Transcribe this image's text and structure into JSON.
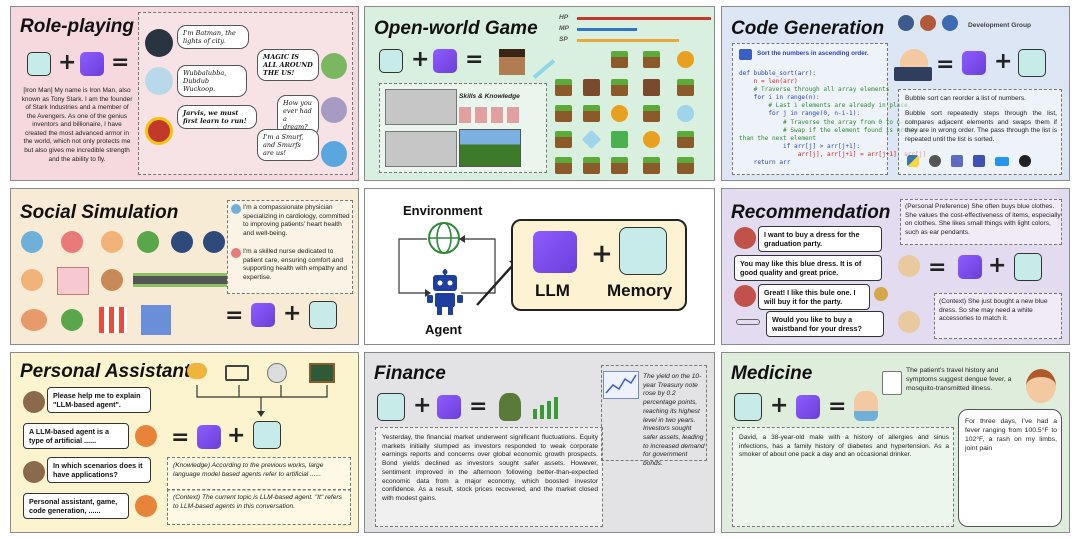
{
  "panels": {
    "roleplay": {
      "title": "Role-playing",
      "description": "[Iron Man] My name is Iron Man, also known as Tony Stark. I am the founder of Stark Industries and a member of the Avengers. As one of the genius inventors and billionaire, I have created the most advanced armor in the world, which not only protects me but also gives me incredible strength and the ability to fly.",
      "bubbles": [
        "I'm Batman, the lights of city.",
        "Wubbalubba, Dubdub Wuckoop.",
        "Jarvis, we must first learn to run!",
        "MAGIC IS ALL AROUND THE US!",
        "How you ever had a dream?",
        "I'm a Smurf, and Smurfs are us!"
      ]
    },
    "game": {
      "title": "Open-world Game",
      "hud": [
        "HP",
        "MP",
        "SP"
      ],
      "hud_colors": [
        "#c0392b",
        "#2e74c9",
        "#e8a73a"
      ],
      "skills_label": "Skills & Knowledge"
    },
    "code": {
      "title": "Code Generation",
      "group_label": "Development Group",
      "prompt": "Sort the numbers in ascending order.",
      "code_lines": [
        "def bubble_sort(arr):",
        "    n = len(arr)",
        "    # Traverse through all array elements",
        "    for i in range(n):",
        "        # Last i elements are already in place",
        "        for j in range(0, n-i-1):",
        "            # Traverse the array from 0 to n-i-1",
        "            # Swap if the element found is greater",
        "than the next element",
        "            if arr[j] > arr[j+1]:",
        "                arr[j], arr[j+1] = arr[j+1], arr[j]",
        "    return arr"
      ],
      "summary": "Bubble sort can reorder a list of numbers.",
      "explanation": "Bubble sort repeatedly steps through the list, compares adjacent elements and swaps them if they are in wrong order. The pass through the list is repeated until the list is sorted."
    },
    "social": {
      "title": "Social Simulation",
      "quote1": "I'm a compassionate physician specializing in cardiology, committed to improving patients' heart health and well-being.",
      "quote2": "I'm a skilled nurse dedicated to patient care, ensuring comfort and supporting health with empathy and expertise."
    },
    "center": {
      "environment": "Environment",
      "agent": "Agent",
      "llm": "LLM",
      "memory": "Memory"
    },
    "recommend": {
      "title": "Recommendation",
      "preference": "(Personal Preference) She often buys blue clothes. She values the cost-effectiveness of items, especially on clothes. She likes small things with light colors, such as ear pendants.",
      "context": "(Context) She just bought a new blue dress. So she may need a white accessories to match it.",
      "chat": [
        "I want to buy a dress for the graduation party.",
        "You may like this blue dress. It is of good quality and great price.",
        "Great! I like this bule one. I will buy it for the party.",
        "Would you like to buy a waistband for your dress?"
      ]
    },
    "assistant": {
      "title": "Personal Assistant",
      "chat": [
        "Please help me to explain \"LLM-based agent\".",
        "A LLM-based agent is a type of artificial ......",
        "In which scenarios does it have applications?",
        "Personal assistant, game, code generation, ......"
      ],
      "knowledge": "(Knowledge) According to the previous works, large language model based agents refer to artificial ......",
      "context": "(Context) The current topic is LLM-based agent. \"It\" refers to LLM-based agents in this conversation."
    },
    "finance": {
      "title": "Finance",
      "news": "The yield on the 10-year Treasury note rose by 0.2 percentage points, reaching its highest level in two years. Investors sought safer assets, leading to increased demand for government bonds.",
      "report": "Yesterday, the financial market underwent significant fluctuations. Equity markets initially slumped as investors responded to weak corporate earnings reports and concerns over global economic growth prospects. Bond yields declined as investors sought safer assets. However, sentiment improved in the afternoon following better-than-expected economic data from a major economy, which boosted investor confidence. As a result, stock prices recovered, and the market closed with modest gains."
    },
    "medicine": {
      "title": "Medicine",
      "diagnosis": "The patient's travel history and symptoms suggest dengue fever, a mosquito-transmitted illness.",
      "case": "David, a 38-year-old male with a history of allergies and sinus infections, has a family history of diabetes and hypertension. As a smoker of about one pack a day and an occasional drinker.",
      "patient": "For three days, I've had a fever ranging from 100.5°F to 102°F, a rash on my limbs, joint pain"
    }
  },
  "colors": {
    "roleplay_bg": "#f5d9de",
    "game_bg": "#d9efdf",
    "code_bg": "#dce6f4",
    "social_bg": "#f7ebd6",
    "recommend_bg": "#e3dbef",
    "assistant_bg": "#fbf4cf",
    "finance_bg": "#e3e3e6",
    "medicine_bg": "#dfeedc",
    "center_bg": "#ffffff",
    "llm_box_bg": "#fdf3d2"
  },
  "icons": [
    "brain-chip-icon",
    "openai-logo-icon",
    "globe-icon",
    "robot-icon",
    "laptop-icon",
    "python-icon",
    "c-lang-icon",
    "docker-icon",
    "github-icon",
    "hospital-icon",
    "bus-icon",
    "tree-icon",
    "bank-icon",
    "money-bag-icon",
    "chart-icon",
    "globe-icon",
    "book-icon",
    "wikipedia-icon",
    "teacher-icon",
    "chat-icon",
    "clipboard-icon"
  ]
}
